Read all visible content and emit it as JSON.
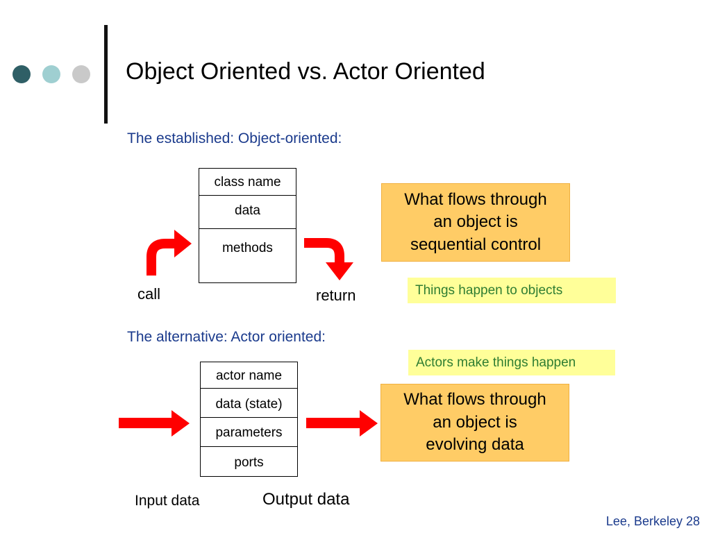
{
  "colors": {
    "dot1": "#2f5f66",
    "dot2": "#9fcfd1",
    "dot3": "#c9c9c9",
    "subtitle": "#1a3a8c",
    "arrow": "#ff0000",
    "orange_box": "#ffcc66",
    "yellow_box": "#ffff99",
    "yellow_text": "#2e7d32"
  },
  "slide": {
    "title": "Object Oriented vs. Actor Oriented",
    "footer": "Lee, Berkeley 28"
  },
  "object_section": {
    "subtitle": "The established: Object-oriented:",
    "box": {
      "cells": [
        "class name",
        "data",
        "methods"
      ]
    },
    "call_label": "call",
    "return_label": "return",
    "flow_note": [
      "What flows through",
      "an object is",
      "sequential control"
    ],
    "happen_note": "Things happen to objects"
  },
  "actor_section": {
    "subtitle": "The alternative: Actor oriented:",
    "happen_note": "Actors make things happen",
    "box": {
      "cells": [
        "actor name",
        "data (state)",
        "parameters",
        "ports"
      ]
    },
    "flow_note": [
      "What flows through",
      "an object is",
      "evolving data"
    ],
    "input_label": "Input data",
    "output_label": "Output data"
  }
}
